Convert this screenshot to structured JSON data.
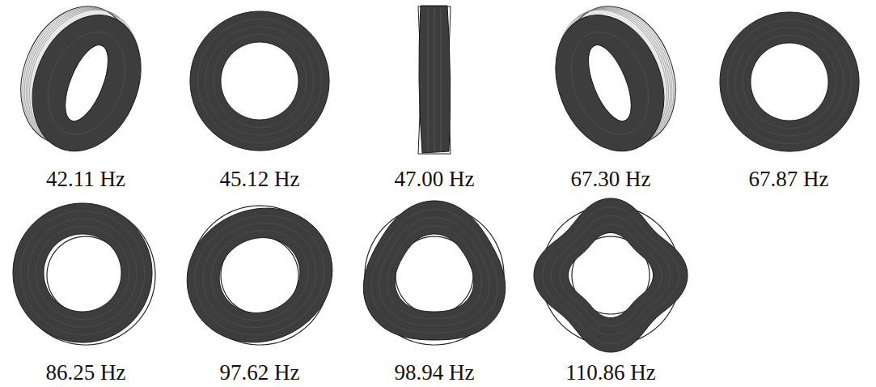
{
  "diagram": {
    "labels": [
      "42.11 Hz",
      "45.12 Hz",
      "47.00 Hz",
      "67.30 Hz",
      "67.87 Hz",
      "86.25 Hz",
      "97.62 Hz",
      "98.94 Hz",
      "110.86 Hz"
    ]
  }
}
